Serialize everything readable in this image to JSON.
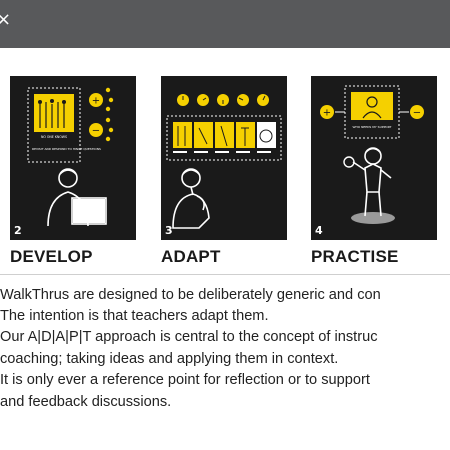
{
  "header": {
    "close_glyph": "×",
    "bar_color": "#58595b"
  },
  "accent_color": "#f5d000",
  "steps": [
    {
      "number": "2",
      "label": "DEVELOP",
      "caption": "REVISIT AND RESPOND TO HINGE QUESTIONS",
      "screen_caption": "NO ONE KNOWS"
    },
    {
      "number": "3",
      "label": "ADAPT"
    },
    {
      "number": "4",
      "label": "PRACTISE",
      "screen_caption": "WHO NEEDS MY SUPPORT"
    }
  ],
  "body_lines": [
    "WalkThrus are designed to be deliberately generic and con",
    "The intention is that teachers adapt them.",
    "Our A|D|A|P|T approach is central to the concept of instruc",
    "coaching; taking ideas and applying them in context.",
    "It is only ever a reference point for reflection or to support",
    "and feedback discussions."
  ]
}
